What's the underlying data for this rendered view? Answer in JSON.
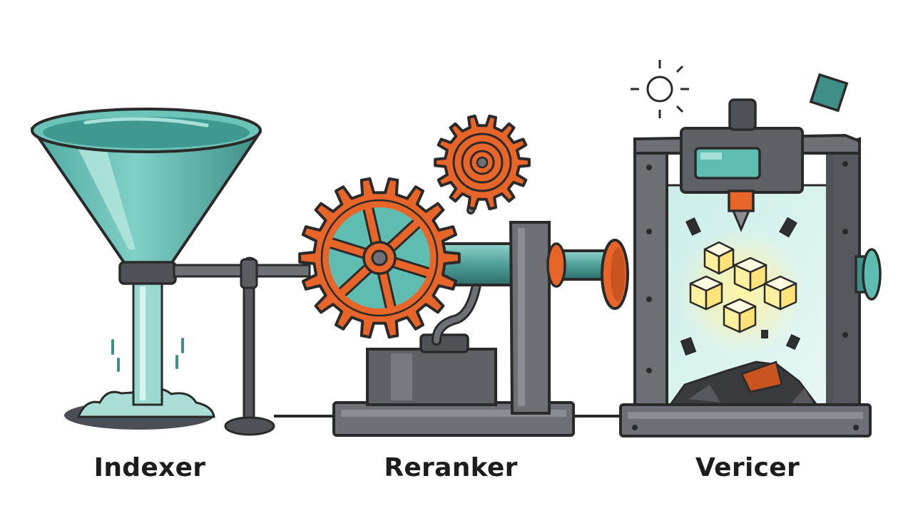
{
  "stages": [
    {
      "id": "indexer",
      "label": "Indexer",
      "icon": "funnel-icon"
    },
    {
      "id": "reranker",
      "label": "Reranker",
      "icon": "gears-icon"
    },
    {
      "id": "vericer",
      "label": "Vericer",
      "icon": "press-machine-icon"
    }
  ],
  "colors": {
    "outline": "#2a2a2a",
    "teal": "#5fbcb0",
    "teal_dark": "#3f8f88",
    "gear_orange": "#e8652a",
    "metal_gray": "#6d7074",
    "metal_dark": "#4f5256",
    "glass": "#d6f0ec",
    "glow": "#fff4a8"
  }
}
